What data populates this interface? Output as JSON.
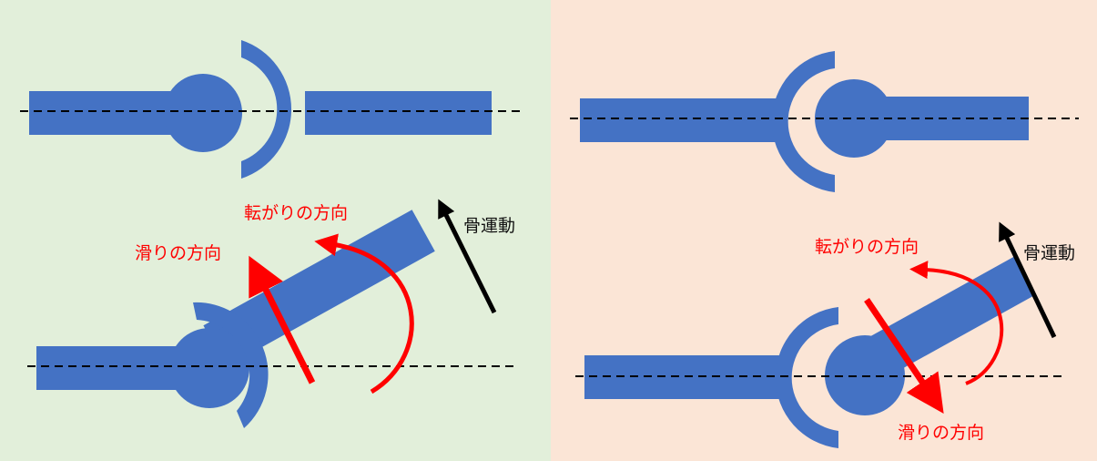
{
  "labels": {
    "rolling": "転がりの方向",
    "sliding": "滑りの方向",
    "bone_motion": "骨運動"
  },
  "colors": {
    "left_panel_bg": "#e2efda",
    "right_panel_bg": "#fbe5d6",
    "bone": "#4472c4",
    "arrow_red": "#ff0000",
    "arrow_black": "#000000",
    "axis_line": "#000000"
  }
}
